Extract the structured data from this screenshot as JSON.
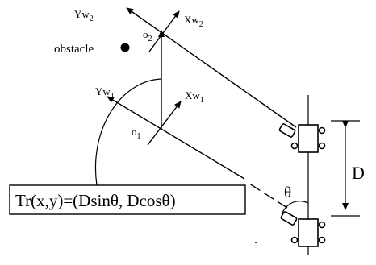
{
  "labels": {
    "frame2_y": {
      "main": "Yw",
      "sub": "2"
    },
    "frame2_x": {
      "main": "Xw",
      "sub": "2"
    },
    "frame1_y": {
      "main": "Yw",
      "sub": "1"
    },
    "frame1_x": {
      "main": "Xw",
      "sub": "1"
    },
    "origin2": {
      "main": "o",
      "sub": "2"
    },
    "origin1": {
      "main": "o",
      "sub": "1"
    },
    "obstacle": "obstacle",
    "distance": "D",
    "angle": "θ",
    "transform": "Tr(x,y)=(Dsinθ, Dcosθ)"
  },
  "colors": {
    "ink": "#000000",
    "background": "#ffffff"
  }
}
